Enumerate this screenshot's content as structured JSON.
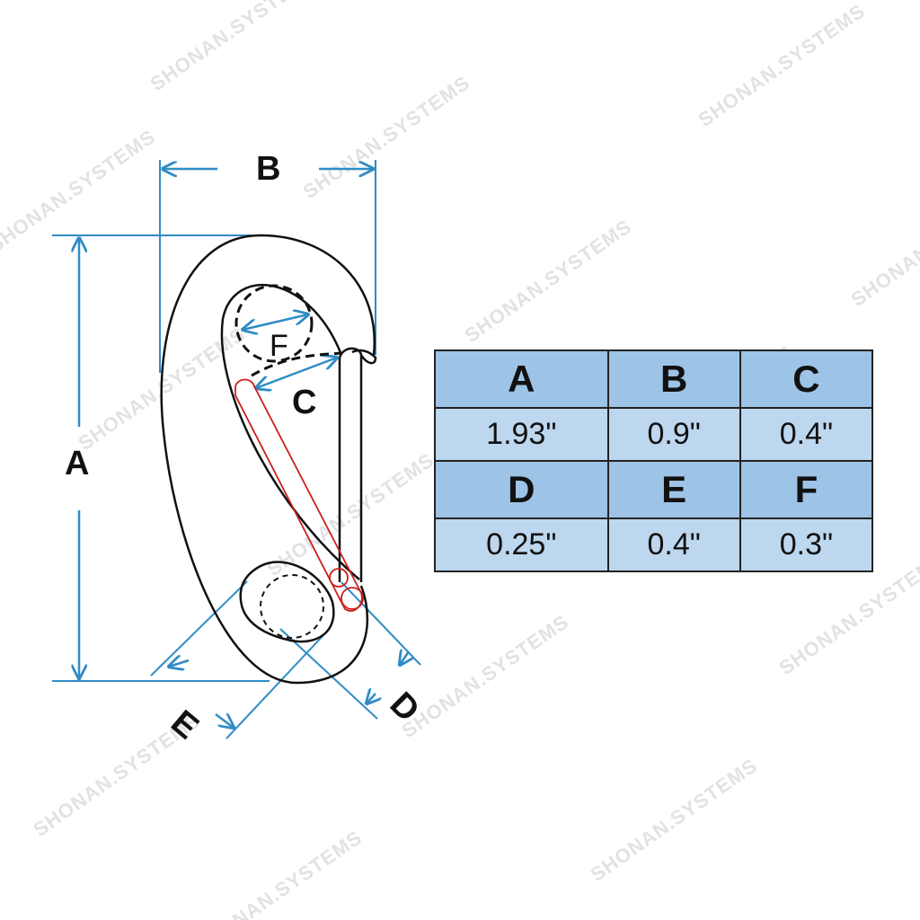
{
  "watermark": "SHONAN.SYSTEMS",
  "diagram": {
    "labels": {
      "A": "A",
      "B": "B",
      "C": "C",
      "D": "D",
      "E": "E",
      "F": "F"
    },
    "colors": {
      "dimension": "#2f8cc4",
      "outline": "#111111",
      "gate_highlight": "#cc1f1f"
    }
  },
  "table": {
    "rows": [
      {
        "headers": [
          "A",
          "B",
          "C"
        ],
        "values": [
          "1.93\"",
          "0.9\"",
          "0.4\""
        ]
      },
      {
        "headers": [
          "D",
          "E",
          "F"
        ],
        "values": [
          "0.25\"",
          "0.4\"",
          "0.3\""
        ]
      }
    ],
    "colors": {
      "header_bg": "#9dc3e6",
      "value_bg": "#bdd7ee"
    }
  }
}
